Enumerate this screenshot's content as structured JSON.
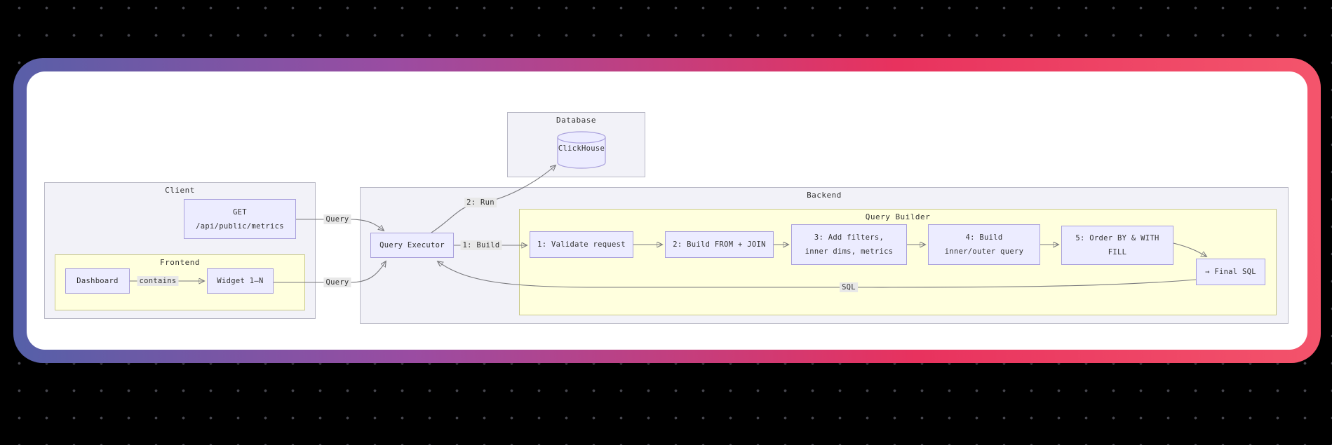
{
  "diagram": {
    "clusters": {
      "database": {
        "label": "Database"
      },
      "client": {
        "label": "Client"
      },
      "frontend": {
        "label": "Frontend"
      },
      "backend": {
        "label": "Backend"
      },
      "query_builder": {
        "label": "Query Builder"
      }
    },
    "nodes": {
      "clickhouse": {
        "label": "ClickHouse"
      },
      "get_api": {
        "line1": "GET",
        "line2": "/api/public/metrics"
      },
      "dashboard": {
        "label": "Dashboard"
      },
      "widget": {
        "label": "Widget 1–N"
      },
      "query_executor": {
        "label": "Query Executor"
      },
      "step1": {
        "label": "1: Validate request"
      },
      "step2": {
        "label": "2: Build FROM + JOIN"
      },
      "step3": {
        "line1": "3: Add filters,",
        "line2": "inner dims, metrics"
      },
      "step4": {
        "line1": "4: Build",
        "line2": "inner/outer query"
      },
      "step5": {
        "line1": "5: Order BY & WITH",
        "line2": "FILL"
      },
      "final_sql": {
        "label": "→ Final SQL"
      }
    },
    "edge_labels": {
      "contains": "contains",
      "query_from_get": "Query",
      "query_from_widget": "Query",
      "run": "2: Run",
      "build": "1: Build",
      "sql": "SQL"
    }
  },
  "theme": {
    "grad1": "#5560a8",
    "grad2": "#9a4ca2",
    "grad3": "#e8325e",
    "grad4": "#f4556c",
    "node_fill": "#ececff",
    "node_border": "#a9a0dc",
    "cluster_fill": "#f2f2f8",
    "inner_fill": "#ffffde",
    "edge": "#7a7a7e",
    "label_bg": "#e8e8e8"
  }
}
